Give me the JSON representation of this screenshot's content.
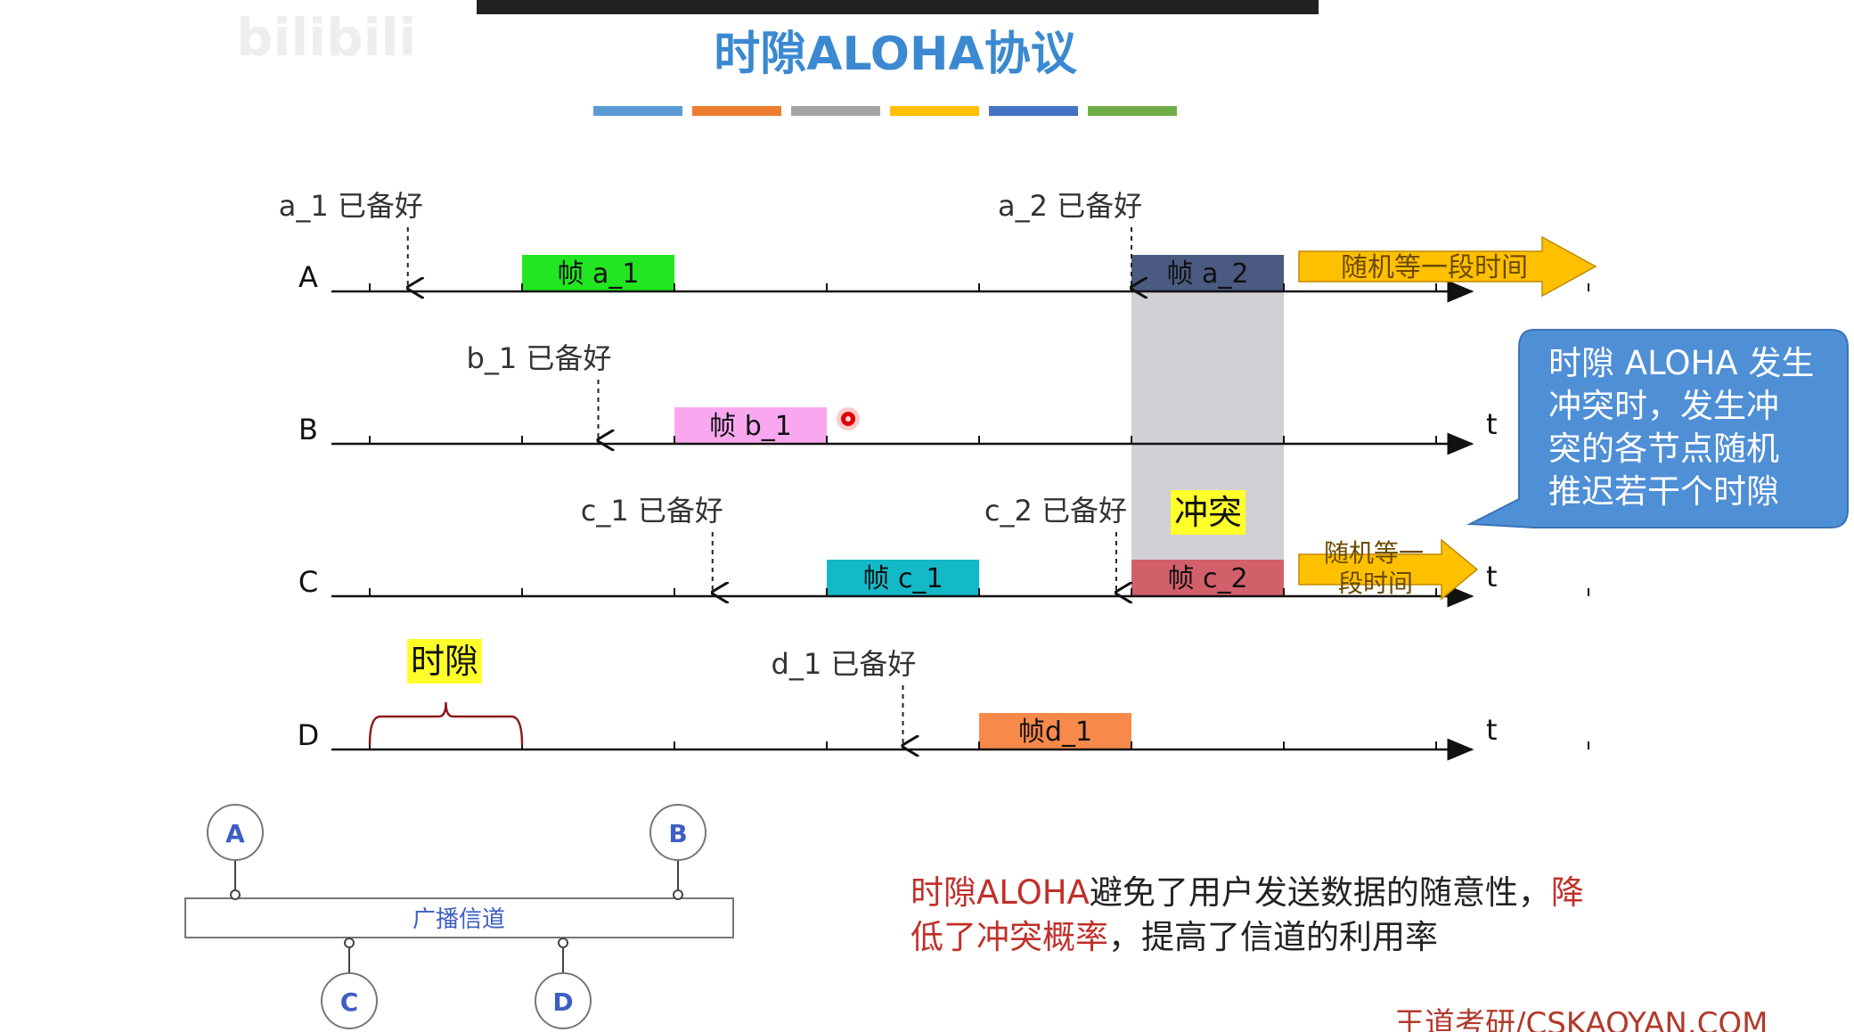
{
  "page_title": "时隙ALOHA协议",
  "color_bar": [
    "#5b9bd5",
    "#ed7d31",
    "#a5a5a5",
    "#ffc000",
    "#4472c4",
    "#70ad47"
  ],
  "timeline": {
    "slot_start": 0,
    "slot_width": 1,
    "slot_count": 8,
    "axis_symbol": "t",
    "rows": [
      {
        "id": "A",
        "label": "A"
      },
      {
        "id": "B",
        "label": "B"
      },
      {
        "id": "C",
        "label": "C"
      },
      {
        "id": "D",
        "label": "D"
      }
    ],
    "ready_events": [
      {
        "row": "A",
        "slot": 0.25,
        "label": "a_1 已备好"
      },
      {
        "row": "A",
        "slot": 5.0,
        "label": "a_2 已备好"
      },
      {
        "row": "B",
        "slot": 1.5,
        "label": "b_1 已备好"
      },
      {
        "row": "C",
        "slot": 2.25,
        "label": "c_1 已备好"
      },
      {
        "row": "C",
        "slot": 4.9,
        "label": "c_2 已备好"
      },
      {
        "row": "D",
        "slot": 3.5,
        "label": "d_1 已备好"
      }
    ],
    "frames": [
      {
        "row": "A",
        "slot": 1,
        "label": "帧 a_1",
        "color": "#22e622"
      },
      {
        "row": "A",
        "slot": 5,
        "label": "帧 a_2",
        "color": "#4a5a80"
      },
      {
        "row": "B",
        "slot": 2,
        "label": "帧 b_1",
        "color": "#f9a8f0"
      },
      {
        "row": "C",
        "slot": 3,
        "label": "帧 c_1",
        "color": "#14b9c8"
      },
      {
        "row": "C",
        "slot": 5,
        "label": "帧 c_2",
        "color": "#d2606a"
      },
      {
        "row": "D",
        "slot": 4,
        "label": "帧d_1",
        "color": "#f7894a"
      }
    ],
    "collision": {
      "slot": 5,
      "label": "冲突"
    },
    "slot_brace": {
      "slot": 0,
      "label": "时隙"
    },
    "backoff_arrows": [
      {
        "row": "A",
        "label": "随机等一段时间"
      },
      {
        "row": "C",
        "label": "随机等一段时间"
      }
    ],
    "callout": "时隙 ALOHA 发生冲突时，发生冲突的各节点随机推迟若干个时隙"
  },
  "network": {
    "channel_label": "广播信道",
    "nodes_top": [
      "A",
      "B"
    ],
    "nodes_bottom": [
      "C",
      "D"
    ]
  },
  "summary": {
    "red_1": "时隙ALOHA",
    "black_1": "避免了用户发送数据的随意性，",
    "red_2": "降低了冲突概率",
    "black_2": "，提高了信道的利用率"
  },
  "footer": "王道考研/CSKAOYAN.COM"
}
